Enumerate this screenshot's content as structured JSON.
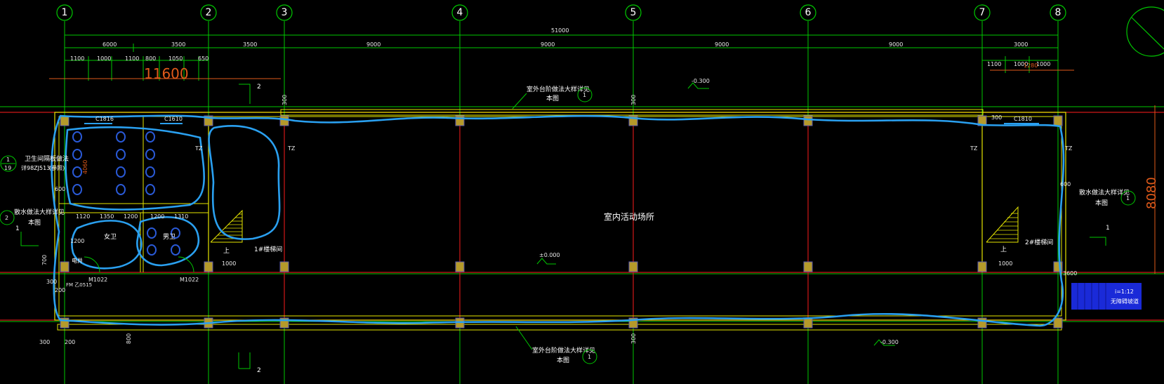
{
  "colors": {
    "background": "#000000",
    "axis_green": "#00c800",
    "wall_red": "#d01818",
    "outline_yellow": "#e6e600",
    "markup_blue": "#2aa0f0",
    "highlight_orange": "#e05a1a",
    "stair_blue": "#1a2ad8",
    "text_white": "#ffffff"
  },
  "axes": [
    "1",
    "2",
    "3",
    "4",
    "5",
    "6",
    "7",
    "8"
  ],
  "dimensions": {
    "overall": "51000",
    "spans": [
      "6000",
      "3500",
      "3500",
      "9000",
      "9000",
      "9000",
      "9000",
      "3000"
    ],
    "sub_left": [
      "1100",
      "1000",
      "1100",
      "800",
      "1050",
      "650"
    ],
    "sub_right": [
      "1100",
      "1000",
      "1000"
    ],
    "right_sub_mark": "1280",
    "room_height": "4060",
    "left_bottom": [
      "300",
      "200"
    ],
    "misc": [
      "800",
      "600",
      "1000",
      "1000",
      "3600",
      "300",
      "300",
      "300",
      "1120",
      "1350",
      "1200",
      "1200",
      "1310",
      "600",
      "1200",
      "700",
      "200",
      "300"
    ]
  },
  "highlights": {
    "left_width": "11600",
    "right_height": "8080"
  },
  "levels": {
    "floor": "±0.000",
    "outside_top": "-0.300",
    "outside_bottom": "-0.300"
  },
  "rooms": {
    "main": "室内活动场所",
    "stair1": "1#楼梯间",
    "stair2": "2#楼梯间",
    "women": "女卫",
    "men": "男卫",
    "elec": "电井"
  },
  "notes": {
    "outdoor_step_top": "室外台阶做法大样详见",
    "outdoor_step_bottom": "室外台阶做法大样详见",
    "drain_right": "散水做法大样详见",
    "drain_left": "散水做法大样详见",
    "toilet": "卫生间隔板做法",
    "toilet_ref": "详98ZJ513",
    "toilet_note": "(参照)",
    "see_this": "本图",
    "ramp": "无障碍坡道",
    "ramp_slope": "i=1:12",
    "up": "上"
  },
  "doors": [
    "M1022",
    "M1022",
    "FM 乙0515"
  ],
  "windows": [
    "C1816",
    "C1610",
    "C1810"
  ],
  "section_marks": [
    "2",
    "2",
    "1",
    "1"
  ],
  "detail_index": [
    "1",
    "1",
    "2",
    "19",
    "2"
  ],
  "window_ids_small": [
    "TZ",
    "TZ",
    "TZ",
    "TZ"
  ]
}
